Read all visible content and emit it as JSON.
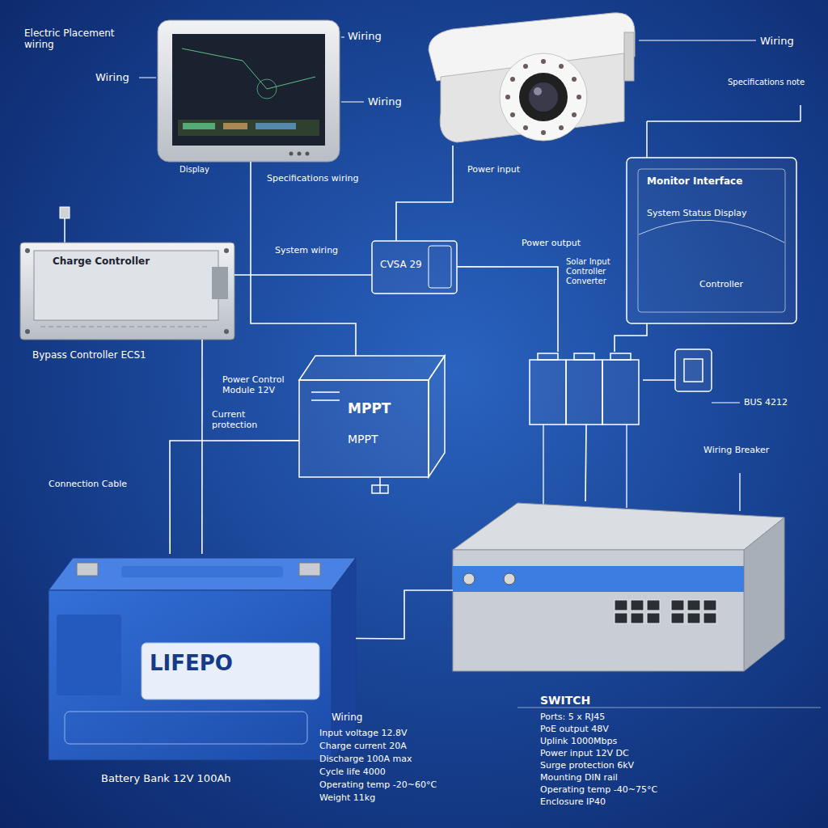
{
  "diagram": {
    "nodes": [
      {
        "text": [
          "Wiring"
        ]
      },
      {
        "text": [
          "Wiring"
        ]
      },
      {
        "text": [
          "Charge Controller",
          "Bypass Controller ECS1"
        ]
      },
      {
        "text": [
          "CVSA 29"
        ]
      },
      {
        "text": [
          "MPPT",
          "MPPT"
        ]
      },
      {
        "text": [
          "Monitor Interface",
          "System Status Display",
          "Controller"
        ]
      },
      {
        "text": [
          "BUS 4212"
        ]
      },
      {
        "text": [
          "LIFEPO"
        ]
      },
      {
        "text": [
          "Wiring Breaker"
        ]
      }
    ],
    "edges": [
      {
        "from": 2,
        "to": 3,
        "arrow": "none"
      },
      {
        "from": 1,
        "to": 3,
        "arrow": "none"
      },
      {
        "from": 3,
        "to": 6,
        "arrow": "none"
      },
      {
        "from": 5,
        "to": 6,
        "arrow": "none"
      },
      {
        "from": 4,
        "to": 7,
        "arrow": "none"
      },
      {
        "from": 6,
        "to": 8,
        "arrow": "none"
      },
      {
        "from": 7,
        "to": 8,
        "arrow": "none"
      },
      {
        "from": 0,
        "to": 4,
        "arrow": "none"
      },
      {
        "from": 2,
        "to": 7,
        "arrow": "none"
      }
    ],
    "labels": [
      "Electric Placement wiring",
      "Wiring",
      "Display",
      "Specifications wiring",
      "Wiring",
      "Power input",
      "Specifications note",
      "System wiring",
      "Power output",
      "Solar Input Controller Converter",
      "Power Control Module 12V",
      "Current protection",
      "Connection Cable",
      "Battery Bank 12V 100Ah",
      "Wiring",
      "Input voltage 12.8V",
      "Charge current 20A",
      "Discharge 100A max",
      "Cycle life 4000",
      "Operating temp -20~60°C",
      "Weight 11kg",
      "SWITCH",
      "Ports: 5 x RJ45",
      "PoE output 48V",
      "Uplink 1000Mbps",
      "Power input 12V DC",
      "Surge protection 6kV",
      "Mounting DIN rail",
      "Operating temp -40~75°C",
      "Enclosure IP40"
    ]
  }
}
